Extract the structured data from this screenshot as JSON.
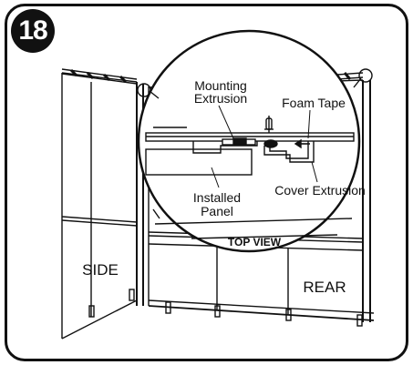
{
  "step": {
    "number": "18"
  },
  "callouts": {
    "mounting_extrusion_line1": "Mounting",
    "mounting_extrusion_line2": "Extrusion",
    "foam_tape": "Foam Tape",
    "cover_extrusion": "Cover Extrusion",
    "installed_panel_line1": "Installed",
    "installed_panel_line2": "Panel",
    "top_view": "TOP VIEW"
  },
  "walls": {
    "side": "SIDE",
    "rear": "REAR"
  }
}
